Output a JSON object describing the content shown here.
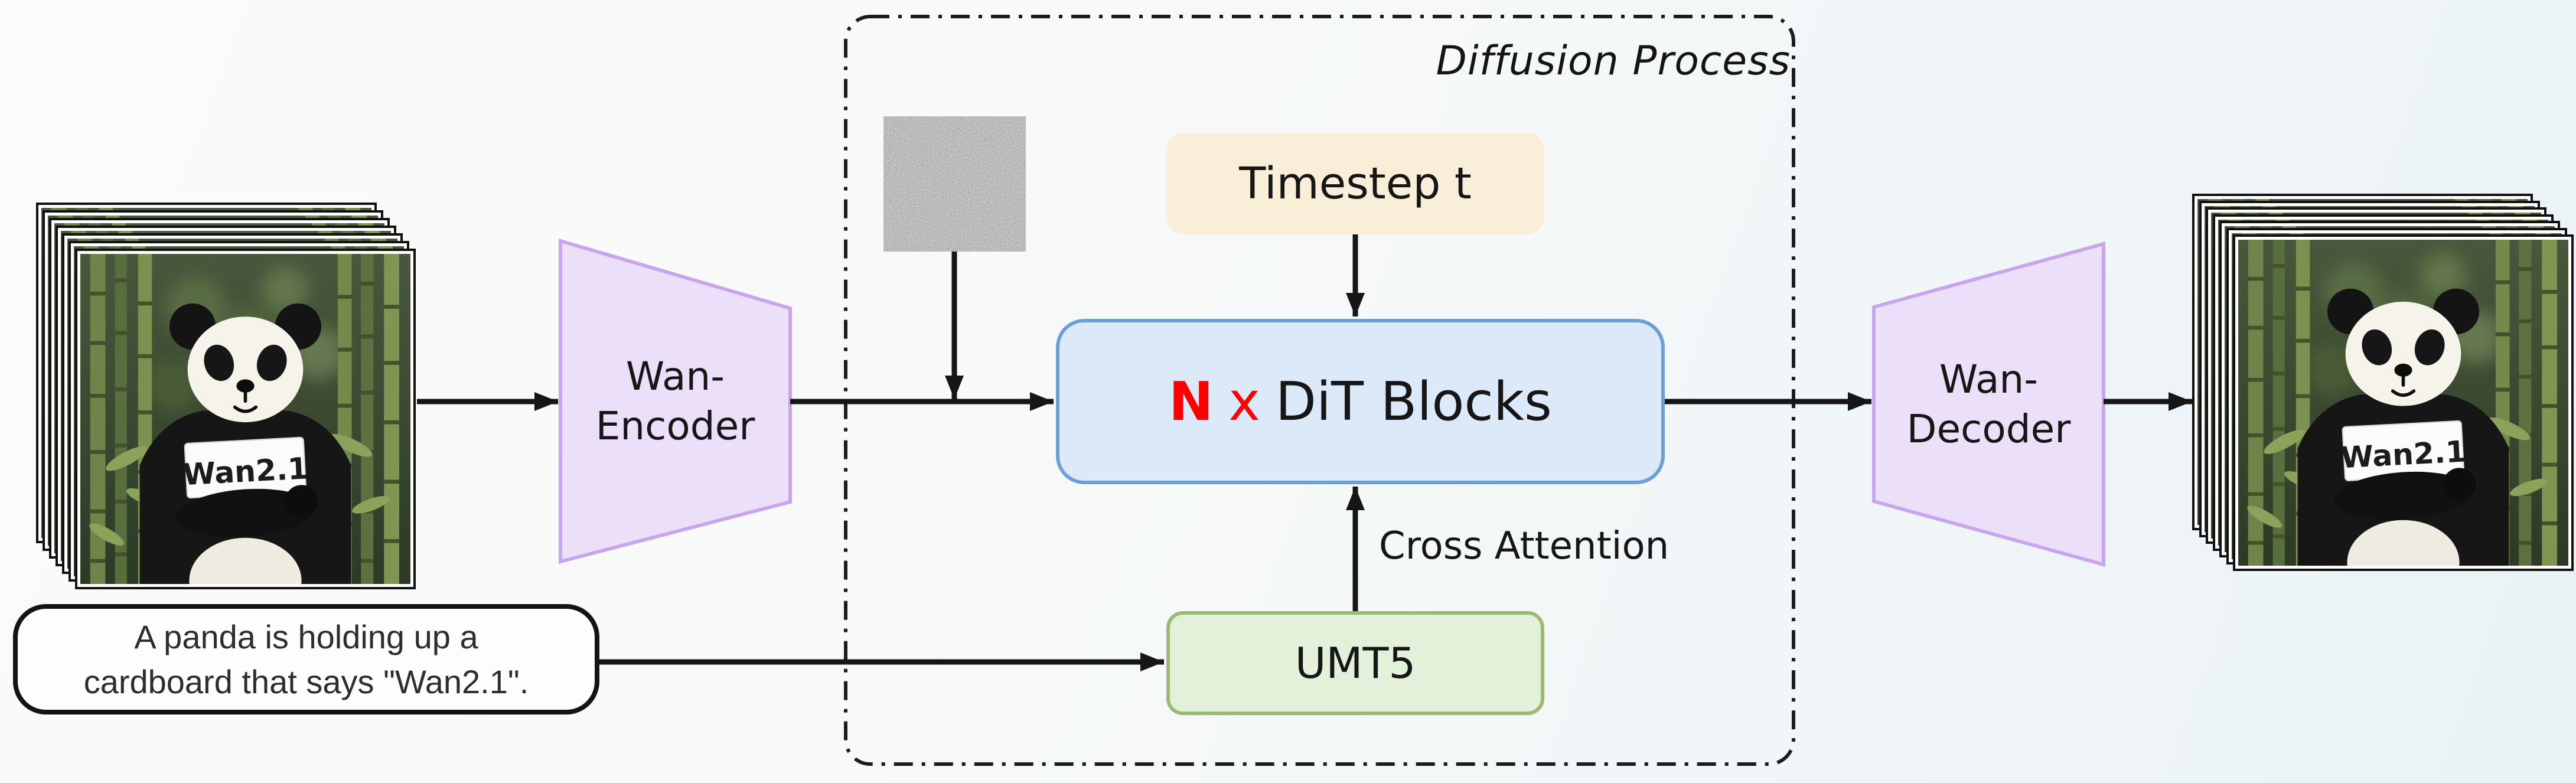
{
  "figure": {
    "diffusion_box_title": "Diffusion Process",
    "prompt": {
      "line1": "A panda is holding up a",
      "line2": "cardboard that says \"Wan2.1\"."
    },
    "encoder": {
      "line1": "Wan-",
      "line2": "Encoder"
    },
    "decoder": {
      "line1": "Wan-",
      "line2": "Decoder"
    },
    "timestep": {
      "label": "Timestep t"
    },
    "dit": {
      "count_symbol": "N",
      "multiply_symbol": "x",
      "label": "DiT Blocks"
    },
    "cross_attention": {
      "label": "Cross Attention"
    },
    "umt5": {
      "label": "UMT5"
    },
    "stacks": {
      "frame_count": 7,
      "sign_text": "Wan2.1"
    },
    "colors": {
      "dit_fill": "#DCE9F8",
      "dit_border": "#6BA0D6",
      "timestep_fill": "#F9EFD8",
      "umt5_fill": "#E3F0DA",
      "umt5_border": "#9AB977",
      "vae_fill": "#EBDFF9",
      "vae_border": "#C9A6EC",
      "highlight_red": "#FF0000",
      "arrow": "#161616"
    }
  }
}
